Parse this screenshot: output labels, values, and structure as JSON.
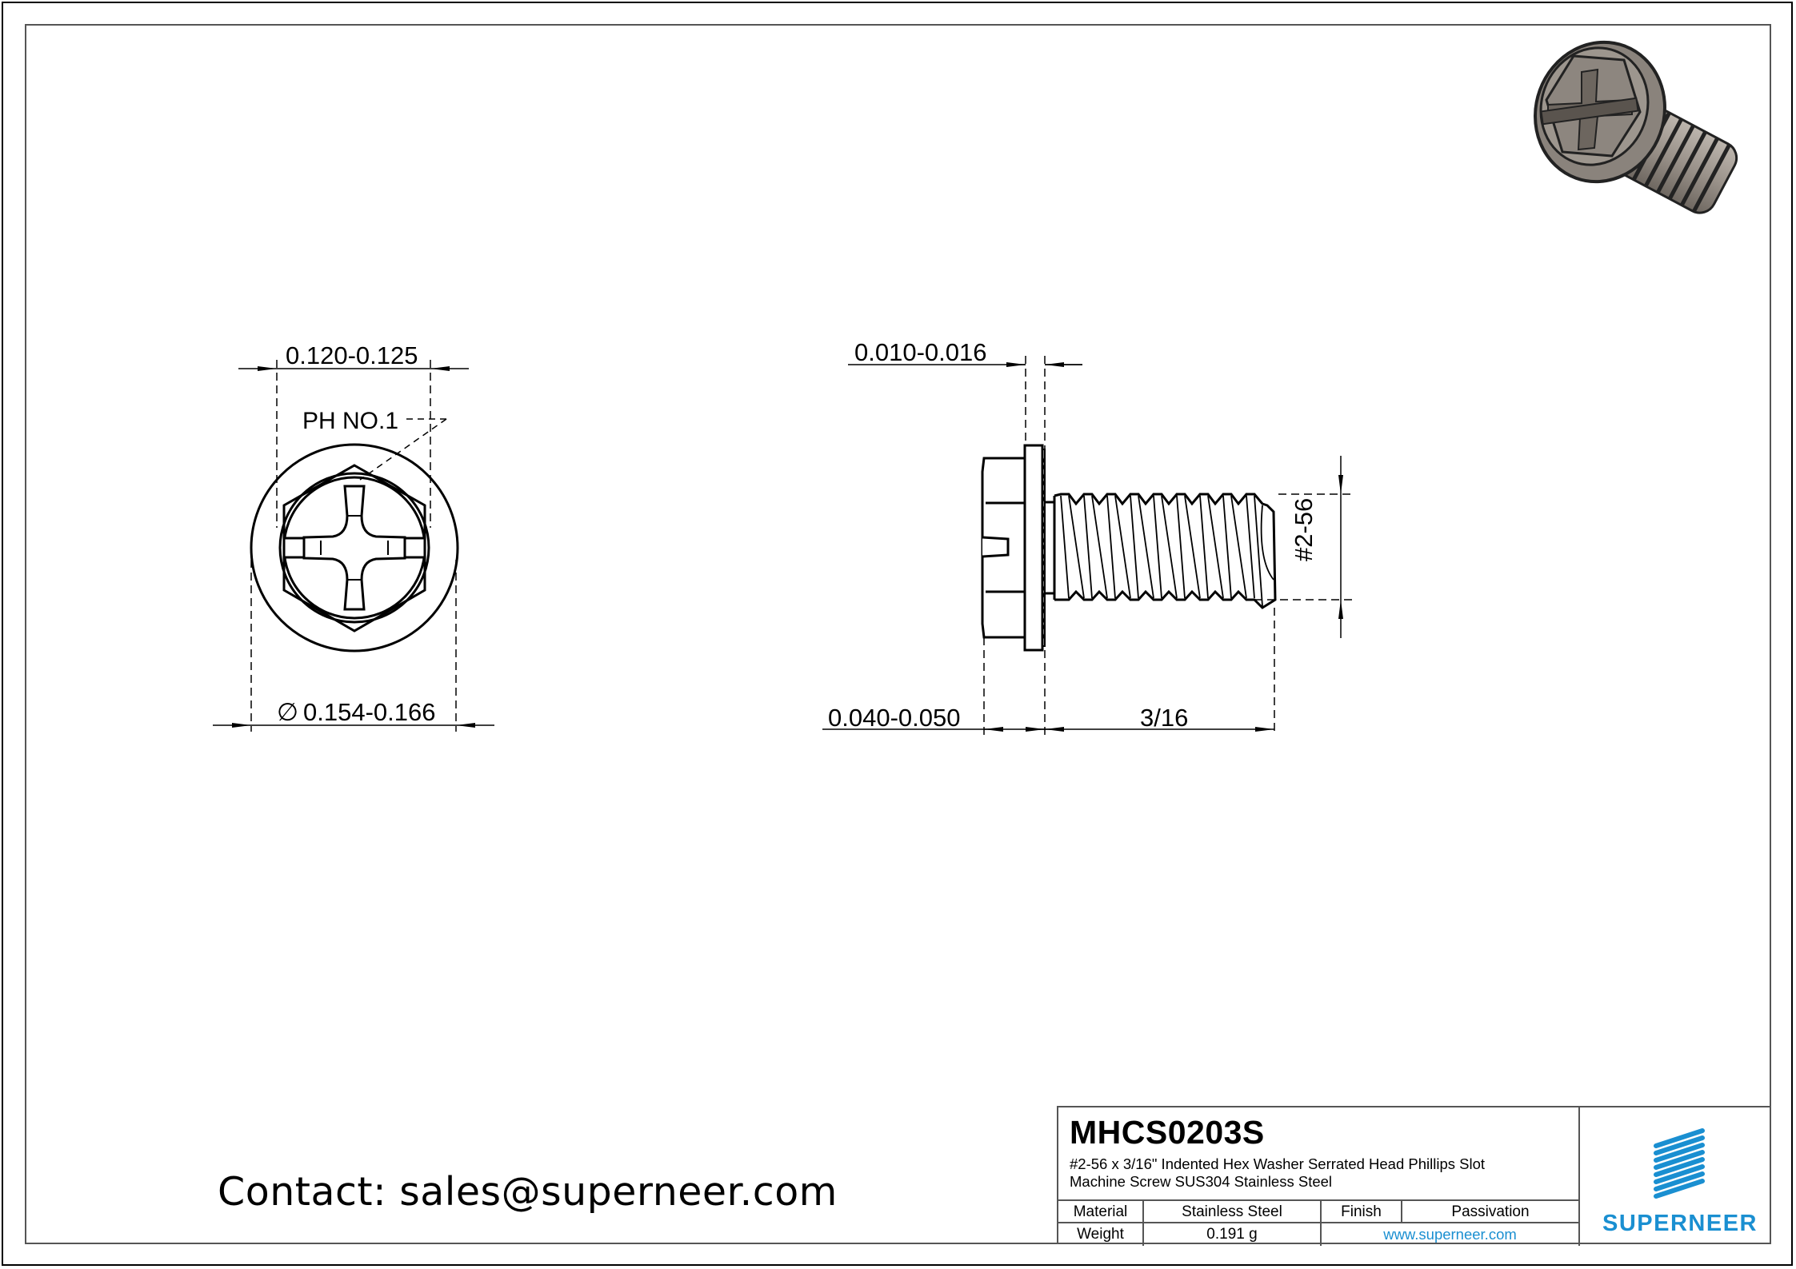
{
  "drawing": {
    "front_view": {
      "recess_width": "0.120-0.125",
      "drive": "PH NO.1",
      "head_diameter_symbol": "∅",
      "head_diameter": "0.154-0.166"
    },
    "side_view": {
      "serration_height": "0.010-0.016",
      "head_height": "0.040-0.050",
      "length": "3/16",
      "thread": "#2-56"
    }
  },
  "contact": {
    "text": "Contact: sales@superneer.com"
  },
  "title_block": {
    "part_number": "MHCS0203S",
    "description_line1": "#2-56 x 3/16\" Indented Hex Washer Serrated Head Phillips Slot",
    "description_line2": "Machine Screw SUS304 Stainless Steel",
    "material_label": "Material",
    "material_value": "Stainless Steel",
    "finish_label": "Finish",
    "finish_value": "Passivation",
    "weight_label": "Weight",
    "weight_value": "0.191 g",
    "website": "www.superneer.com",
    "brand": "SUPERNEER",
    "brand_color": "#1a8fd1"
  }
}
